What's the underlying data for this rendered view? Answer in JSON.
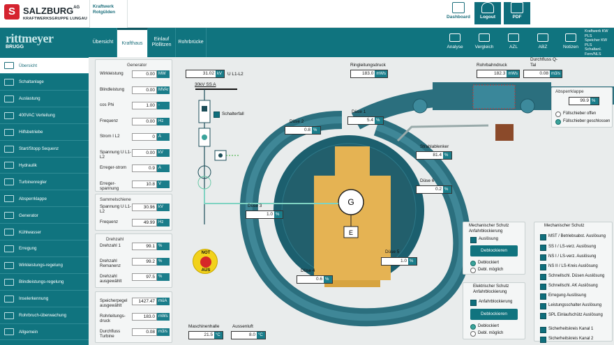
{
  "header": {
    "logo_mark": "S",
    "logo_name": "SALZBURG",
    "logo_sup": "AG",
    "logo_sub": "KRAFTWERKSGRUPPE LUNGAU",
    "plant_line1": "Kraftwerk",
    "plant_line2": "Rotgülden",
    "buttons": [
      "Dashboard",
      "Logout",
      "PDF"
    ]
  },
  "brand": {
    "name": "rittmeyer",
    "sub": "BRUGG"
  },
  "nav": {
    "tabs": [
      "Übersicht",
      "Krafthaus",
      "Einlauf Plöllitzen",
      "Rohrbrücke"
    ],
    "right_buttons": [
      "Analyse",
      "Vergleich",
      "AZL",
      "ABZ",
      "Notizen"
    ],
    "status": [
      "Kraftwerk KW PLS",
      "Speicher KW PLS",
      "Schaltanl. Fern/NLS"
    ]
  },
  "sidebar": {
    "items": [
      "Übersicht",
      "Schaltanlage",
      "Auslastung",
      "400VAC Verteilung",
      "Hilfsbetriebe",
      "Start/Stopp Sequenz",
      "Hydraulik",
      "Turbinenregler",
      "Absperrklappe",
      "Generator",
      "Kühlwasser",
      "Erregung",
      "Wirkleistungs-regelung",
      "Blindleistungs-regelung",
      "Inselerkennung",
      "Rohrbruch-überwachung",
      "Allgemein"
    ]
  },
  "generator": {
    "title": "Generator",
    "rows": [
      {
        "label": "Wirkleistung",
        "value": "0.00",
        "unit": "MW"
      },
      {
        "label": "Blindleistung",
        "value": "0.00",
        "unit": "MVAr"
      },
      {
        "label": "cos Phi",
        "value": "1.00",
        "unit": "-"
      },
      {
        "label": "Frequenz",
        "value": "0.00",
        "unit": "Hz"
      },
      {
        "label": "Strom I L2",
        "value": "0",
        "unit": "A"
      },
      {
        "label": "Spannung U L1-L2",
        "value": "0.00",
        "unit": "kV"
      },
      {
        "label": "Erreger-strom",
        "value": "0.9",
        "unit": "A"
      },
      {
        "label": "Erreger-spannung",
        "value": "10.8",
        "unit": "V"
      }
    ]
  },
  "busbar": {
    "title": "Sammelschiene",
    "rows": [
      {
        "label": "Spannung U L1-L2",
        "value": "30.96",
        "unit": "kV"
      },
      {
        "label": "Frequenz",
        "value": "49.99",
        "unit": "Hz"
      }
    ]
  },
  "speed": {
    "title": "Drehzahl",
    "rows": [
      {
        "label": "Drehzahl 1",
        "value": "99.1",
        "unit": "%"
      },
      {
        "label": "Drehzahl Remanenz",
        "value": "99.2",
        "unit": "%"
      },
      {
        "label": "Drehzahl ausgewählt",
        "value": "97.5",
        "unit": "%"
      }
    ]
  },
  "reservoir": {
    "rows": [
      {
        "label": "Speicherpegel ausgewählt",
        "value": "1427.47",
        "unit": "müA"
      },
      {
        "label": "Rohrleitungs-druck",
        "value": "183.0",
        "unit": "mWs"
      },
      {
        "label": "Durchfluss Turbine",
        "value": "0.08",
        "unit": "m3/s"
      }
    ]
  },
  "notaus": {
    "line1": "NOT",
    "line2": "AUS"
  },
  "schematic": {
    "voltage": {
      "value": "31.02",
      "unit": "kV",
      "label": "U L1-L2"
    },
    "bus_label": "30kV SS A",
    "switch_label": "Schalterfall",
    "gen_label": "G",
    "exc_label": "E"
  },
  "measurements": {
    "ring": {
      "title": "Ringleitungsdruck",
      "value": "183.0",
      "unit": "mWs"
    },
    "penstock": {
      "title": "Rohrbahndruck",
      "value": "182.3",
      "unit": "mWs"
    },
    "flow": {
      "title": "Durchfluss Q-Tal",
      "value": "0.08",
      "unit": "m3/s"
    },
    "duese1": {
      "title": "Düse 1",
      "value": "5.4",
      "unit": "%"
    },
    "duese2": {
      "title": "Düse 2",
      "value": "0.8",
      "unit": "%"
    },
    "duese3": {
      "title": "Düse 3",
      "value": "1.0",
      "unit": "%"
    },
    "duese4": {
      "title": "Düse 4",
      "value": "0.6",
      "unit": "%"
    },
    "duese5": {
      "title": "Düse 5",
      "value": "1.0",
      "unit": "%"
    },
    "duese6": {
      "title": "Düse 6",
      "value": "0.2",
      "unit": "%"
    },
    "deflector": {
      "title": "Strahlablenker",
      "value": "81.4",
      "unit": "%"
    },
    "hall": {
      "title": "Maschinenhalle",
      "value": "21.5",
      "unit": "°C"
    },
    "outside": {
      "title": "Aussenluft",
      "value": "8.0",
      "unit": "°C"
    }
  },
  "valve": {
    "title": "Absperrklappe",
    "value": "99.9",
    "unit": "%",
    "opt1": "Füllschieber offen",
    "opt2": "Füllschieber geschlossen"
  },
  "mech": {
    "title_line1": "Mechanischer Schutz",
    "title_line2": "Anfahrblockierung",
    "trigger": "Auslösung",
    "button": "Deblockieren",
    "opt1": "Deblockiert",
    "opt2": "Debl. möglich"
  },
  "elec": {
    "title_line1": "Elektrischer Schutz",
    "title_line2": "Anfahrblockierung",
    "trigger": "Anfahrblockierung",
    "button": "Deblockieren",
    "opt1": "Deblockiert",
    "opt2": "Debl. möglich"
  },
  "protection": {
    "title": "Mechanischer Schutz",
    "items": [
      "MST / Betriebsabst. Auslösung",
      "SS I / LS-verz. Auslösung",
      "NS I / LS-verz. Auslösung",
      "NS II / LS-Kreis Auslösung",
      "Schnellschl. Düsen Auslösung",
      "Schnellschl. AK Auslösung",
      "Erregung Auslösung",
      "Leistungsschalter Auslösung",
      "SPL Einlaufschütz Auslösung",
      "Sicherheitskreis Kanal 1",
      "Sicherheitskreis Kanal 2"
    ]
  }
}
